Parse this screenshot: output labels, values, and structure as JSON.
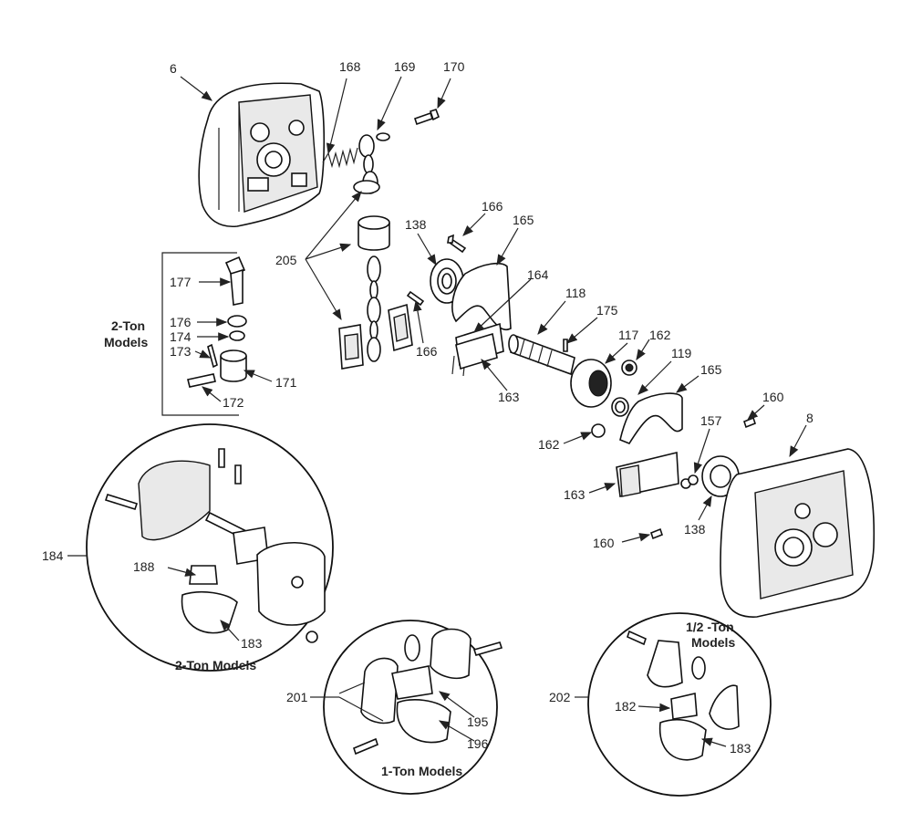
{
  "callouts": {
    "c6": "6",
    "c168": "168",
    "c169": "169",
    "c170": "170",
    "c166a": "166",
    "c165a": "165",
    "c138a": "138",
    "c205": "205",
    "c164": "164",
    "c118": "118",
    "c175": "175",
    "c166b": "166",
    "c117": "117",
    "c162a": "162",
    "c119": "119",
    "c165b": "165",
    "c163a": "163",
    "c160a": "160",
    "c8": "8",
    "c162b": "162",
    "c157": "157",
    "c163b": "163",
    "c138b": "138",
    "c160b": "160",
    "c177": "177",
    "c176": "176",
    "c174": "174",
    "c173": "173",
    "c171": "171",
    "c172": "172",
    "c184": "184",
    "c188": "188",
    "c183a": "183",
    "c201": "201",
    "c195": "195",
    "c196": "196",
    "c202": "202",
    "c182": "182",
    "c183b": "183"
  },
  "groups": {
    "two_ton_line1": "2-Ton",
    "two_ton_line2": "Models",
    "inset_two_ton": "2-Ton Models",
    "inset_one_ton": "1-Ton Models",
    "inset_half_ton_line1": "1/2 -Ton",
    "inset_half_ton_line2": "Models"
  }
}
